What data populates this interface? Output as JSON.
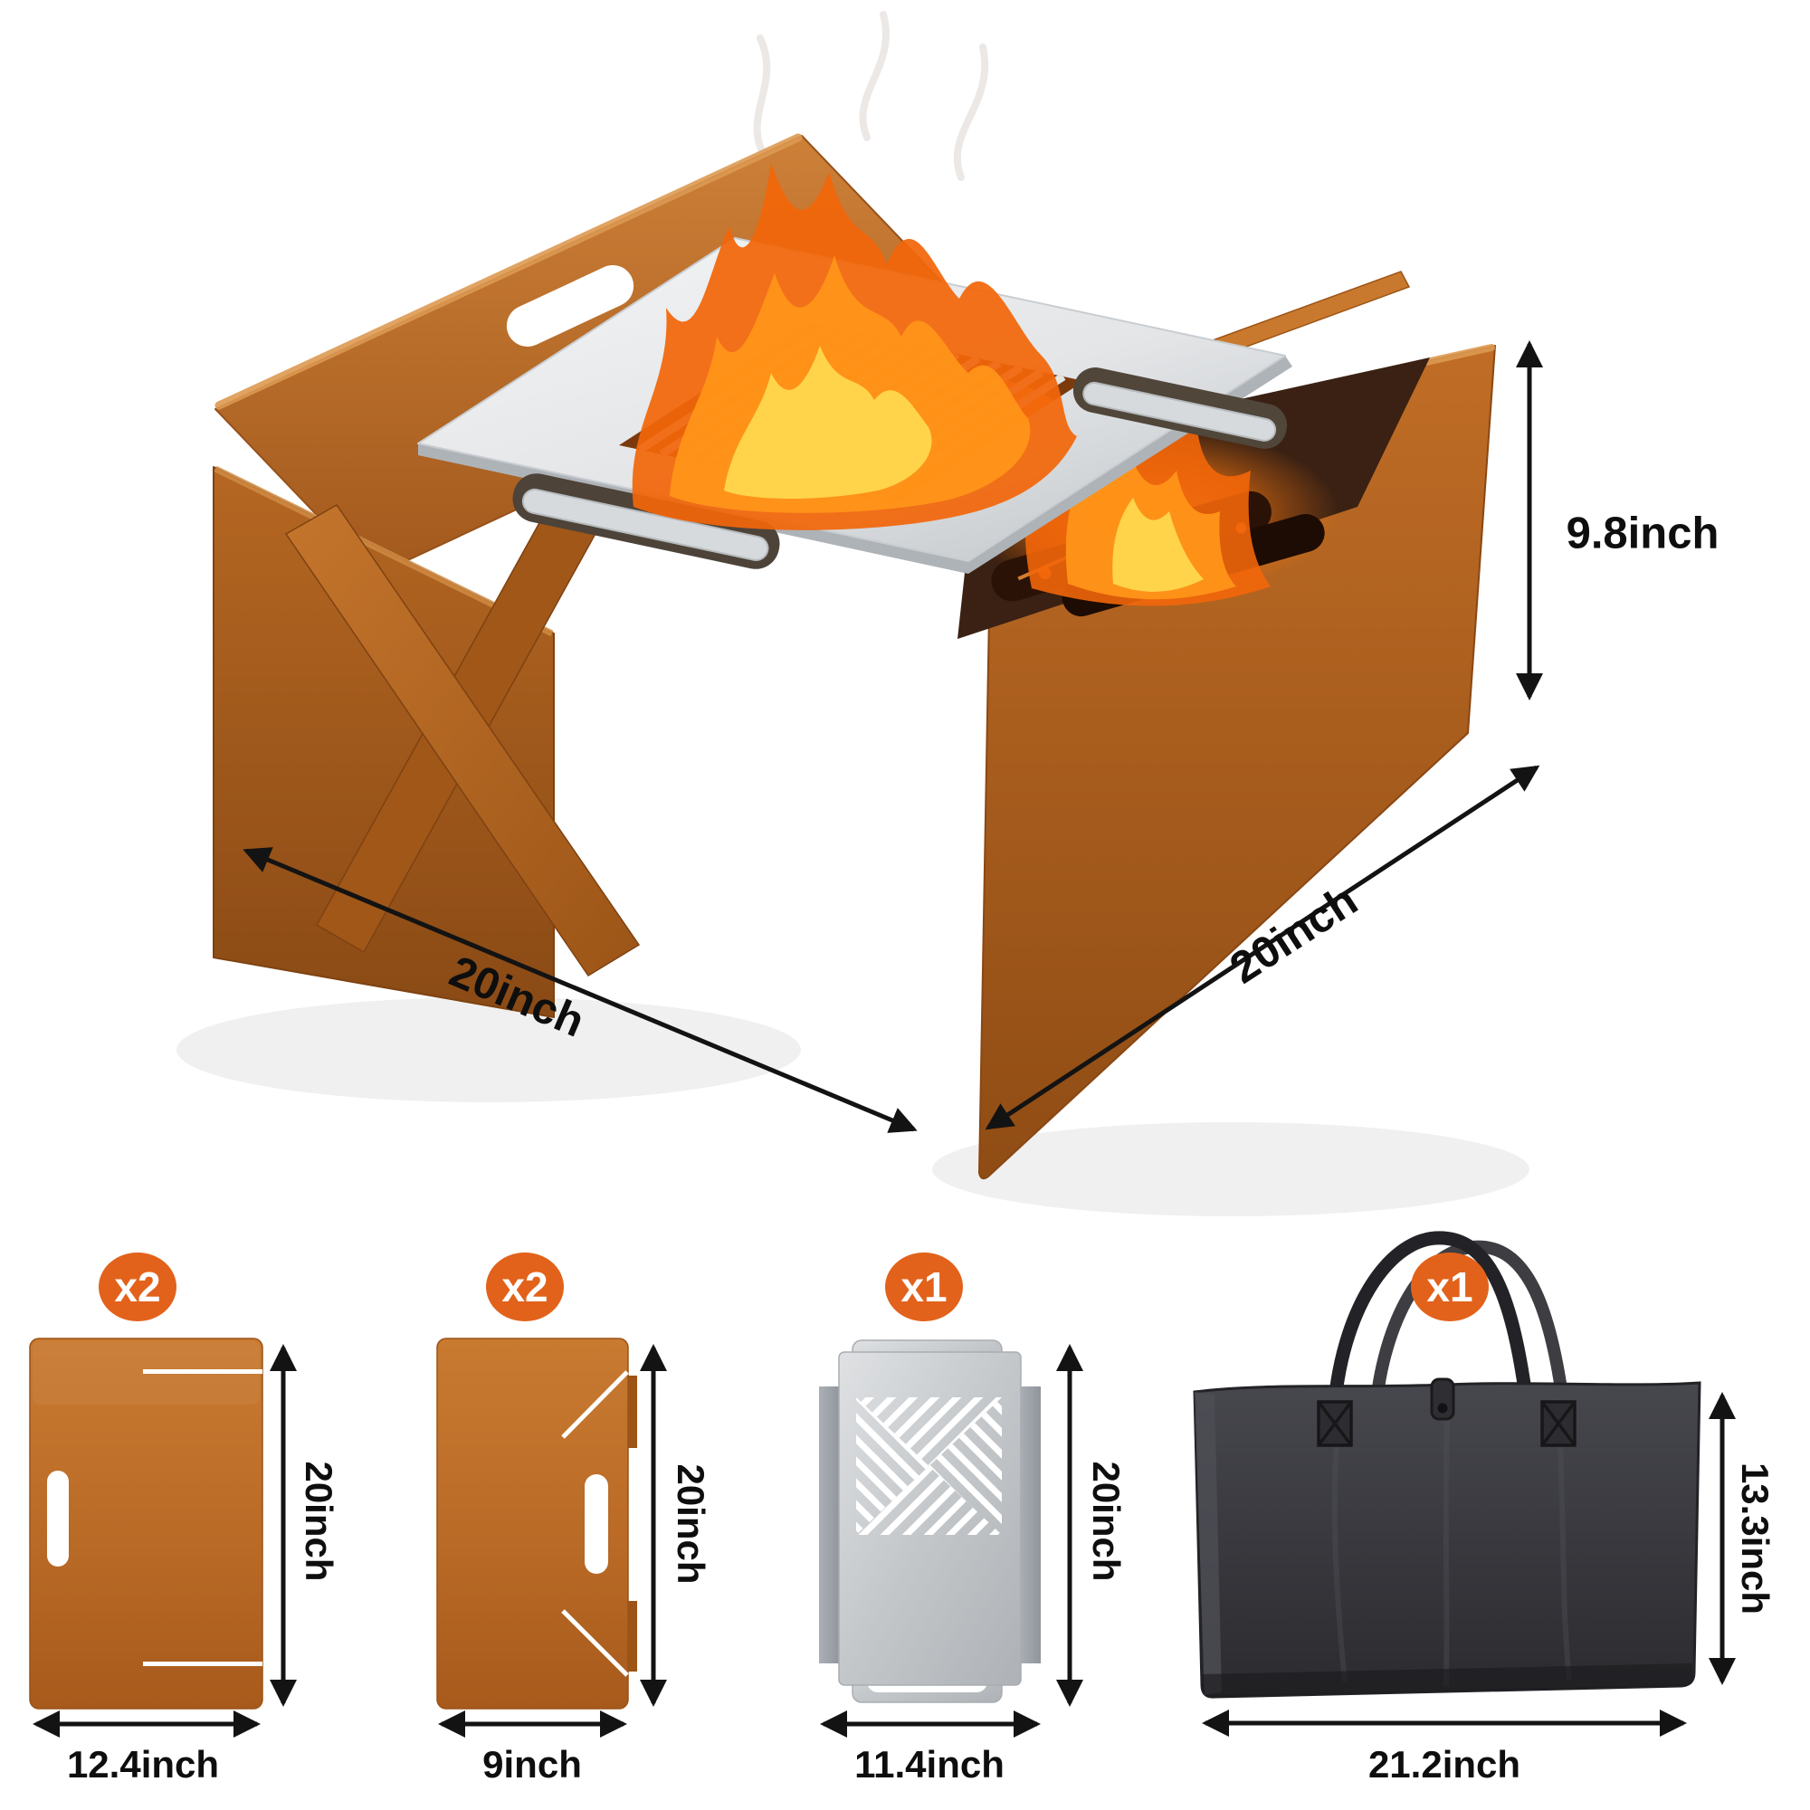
{
  "main_view": {
    "description": "assembled collapsible corten steel fire pit with stainless grill plate and burning fire",
    "height_label": "9.8inch",
    "width_label": "20inch",
    "depth_label": "20inch"
  },
  "components": [
    {
      "name": "wide side panel",
      "badge": "x2",
      "vertical_label": "20inch",
      "horizontal_label": "12.4inch"
    },
    {
      "name": "narrow side panel",
      "badge": "x2",
      "vertical_label": "20inch",
      "horizontal_label": "9inch"
    },
    {
      "name": "grill grate plate",
      "badge": "x1",
      "vertical_label": "20inch",
      "horizontal_label": "11.4inch"
    },
    {
      "name": "felt carry bag",
      "badge": "x1",
      "vertical_label": "13.3inch",
      "horizontal_label": "21.2inch"
    }
  ],
  "colors": {
    "badge_orange": "#e2621b",
    "corten_steel": "#b4641f",
    "stainless_silver": "#d9dcdf",
    "bag_charcoal": "#36363b",
    "flame_orange": "#ff8c1f",
    "flame_core_yellow": "#ffd84d",
    "dimension_black": "#131313",
    "background": "#ffffff"
  }
}
